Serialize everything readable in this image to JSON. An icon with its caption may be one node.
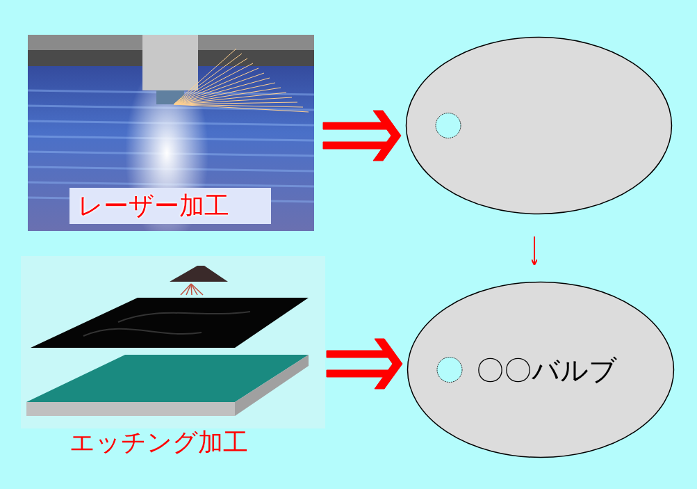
{
  "diagram": {
    "nodes": [
      {
        "text": [
          "レーザー加工"
        ]
      },
      {
        "text": [
          "エッチング加工"
        ]
      },
      {
        "text": [],
        "shape": "ellipse"
      },
      {
        "text": [
          "〇〇バルブ"
        ]
      }
    ],
    "edges": [
      {
        "from": 0,
        "to": 2,
        "arrow": "to",
        "style": "thick"
      },
      {
        "from": 2,
        "to": 3,
        "arrow": "to"
      },
      {
        "from": 1,
        "to": 3,
        "arrow": "to",
        "style": "thick"
      }
    ]
  }
}
